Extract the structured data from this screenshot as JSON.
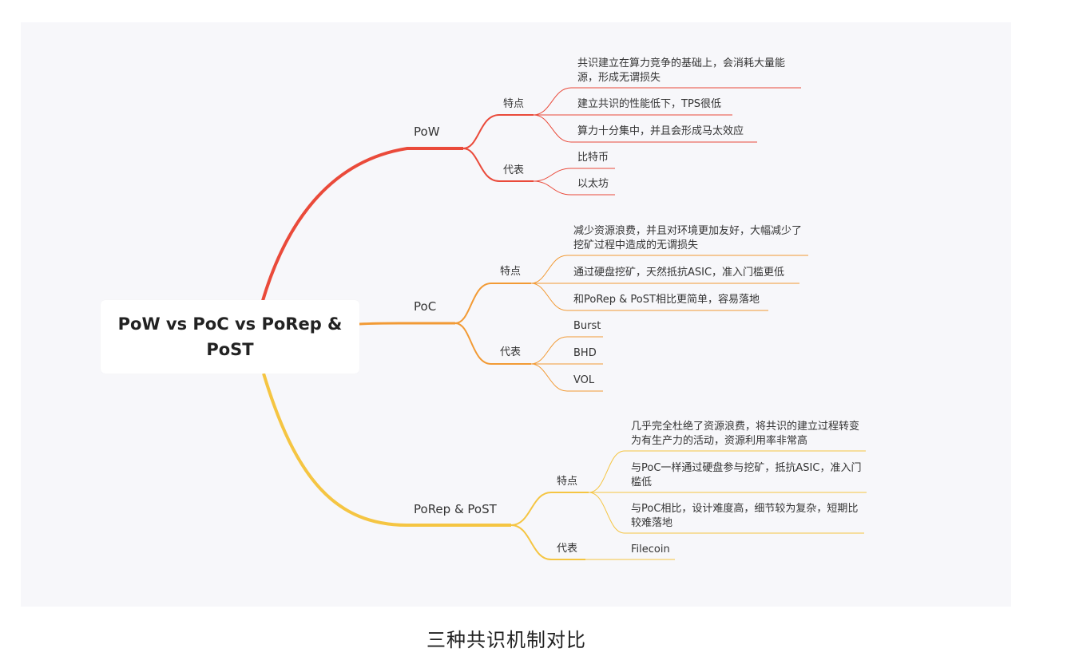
{
  "root": "PoW vs PoC vs  PoRep & PoST",
  "caption": "三种共识机制对比",
  "colors": {
    "pow": "#ea4a3a",
    "poc": "#f29a34",
    "porep": "#f5c542",
    "canvas_bg": "#f7f7fa"
  },
  "branches": {
    "pow": {
      "label": "PoW",
      "features_label": "特点",
      "features": [
        "共识建立在算力竞争的基础上，会消耗大量能源，形成无谓损失",
        "建立共识的性能低下，TPS很低",
        "算力十分集中，并且会形成马太效应"
      ],
      "examples_label": "代表",
      "examples": [
        "比特币",
        "以太坊"
      ]
    },
    "poc": {
      "label": "PoC",
      "features_label": "特点",
      "features": [
        "减少资源浪费，并且对环境更加友好，大幅减少了挖矿过程中造成的无谓损失",
        "通过硬盘挖矿，天然抵抗ASIC，准入门槛更低",
        "和PoRep & PoST相比更简单，容易落地"
      ],
      "examples_label": "代表",
      "examples": [
        "Burst",
        "BHD",
        "VOL"
      ]
    },
    "porep": {
      "label": "PoRep & PoST",
      "features_label": "特点",
      "features": [
        "几乎完全杜绝了资源浪费，将共识的建立过程转变为有生产力的活动，资源利用率非常高",
        "与PoC一样通过硬盘参与挖矿，抵抗ASIC，准入门槛低",
        "与PoC相比，设计难度高，细节较为复杂，短期比较难落地"
      ],
      "examples_label": "代表",
      "examples": [
        "Filecoin"
      ]
    }
  }
}
